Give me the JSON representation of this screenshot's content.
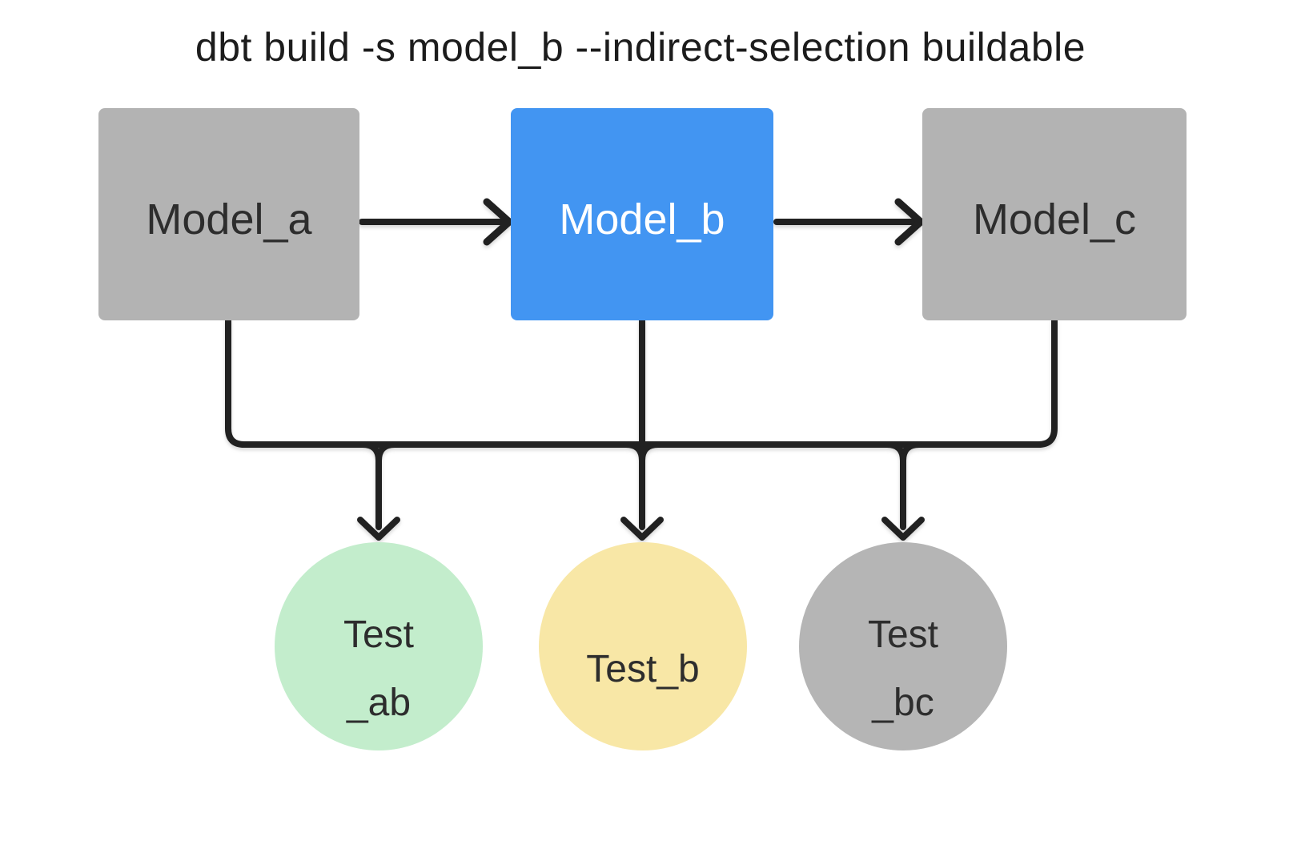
{
  "title": "dbt build -s model_b --indirect-selection buildable",
  "models": [
    {
      "label": "Model_a",
      "variant": "gray",
      "selected": false
    },
    {
      "label": "Model_b",
      "variant": "blue",
      "selected": true
    },
    {
      "label": "Model_c",
      "variant": "gray",
      "selected": false
    }
  ],
  "tests": [
    {
      "line1": "Test",
      "line2": "_ab",
      "variant": "green"
    },
    {
      "line1": "Test_b",
      "line2": "",
      "variant": "yellow"
    },
    {
      "line1": "Test",
      "line2": "_bc",
      "variant": "gray"
    }
  ],
  "colors": {
    "selected_model_blue": "#4295f2",
    "unselected_model_gray": "#b3b3b3",
    "test_green": "#c3edcc",
    "test_yellow": "#f8e7a6",
    "test_gray": "#b5b5b5",
    "connector_black": "#212121",
    "background": "#ffffff"
  }
}
